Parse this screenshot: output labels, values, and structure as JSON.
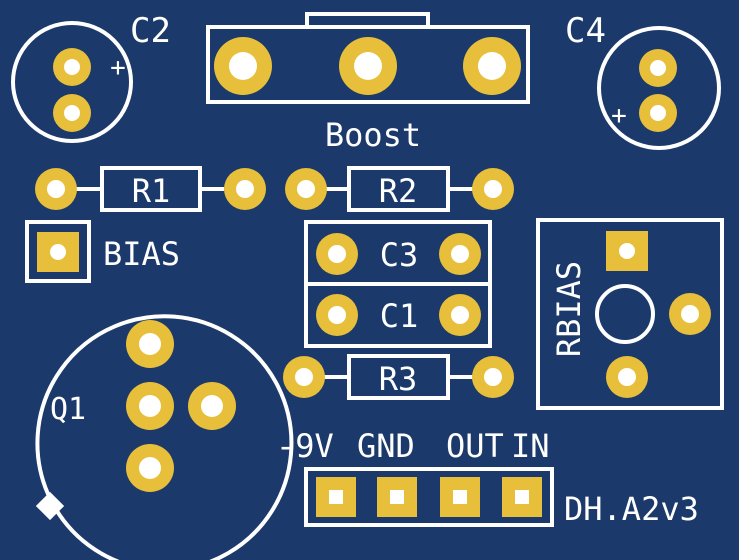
{
  "board": {
    "colors": {
      "pcb": "#1b3a6b",
      "silkscreen": "#ffffff",
      "pad": "#e8bf3a",
      "drill": "#ffffff"
    }
  },
  "labels": {
    "c2": "C2",
    "c4": "C4",
    "c2_plus": "+",
    "c4_plus": "+",
    "boost": "Boost",
    "r1": "R1",
    "r2": "R2",
    "r3": "R3",
    "c3": "C3",
    "c1": "C1",
    "bias": "BIAS",
    "rbias": "RBIAS",
    "q1": "Q1",
    "neg9v": "-9V",
    "gnd": "GND",
    "out": "OUT",
    "in": "IN",
    "board_name": "DH.A2v3"
  }
}
